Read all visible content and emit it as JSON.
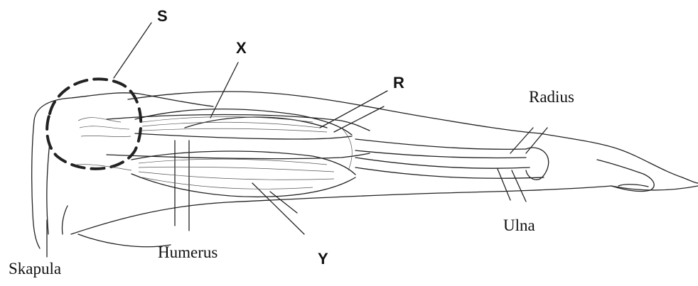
{
  "labels": {
    "s": "S",
    "x": "X",
    "r": "R",
    "y": "Y",
    "radius": "Radius",
    "ulna": "Ulna",
    "humerus": "Humerus",
    "skapula": "Skapula"
  },
  "colors": {
    "line": "#222222",
    "fiber": "#555555",
    "background": "#ffffff"
  }
}
